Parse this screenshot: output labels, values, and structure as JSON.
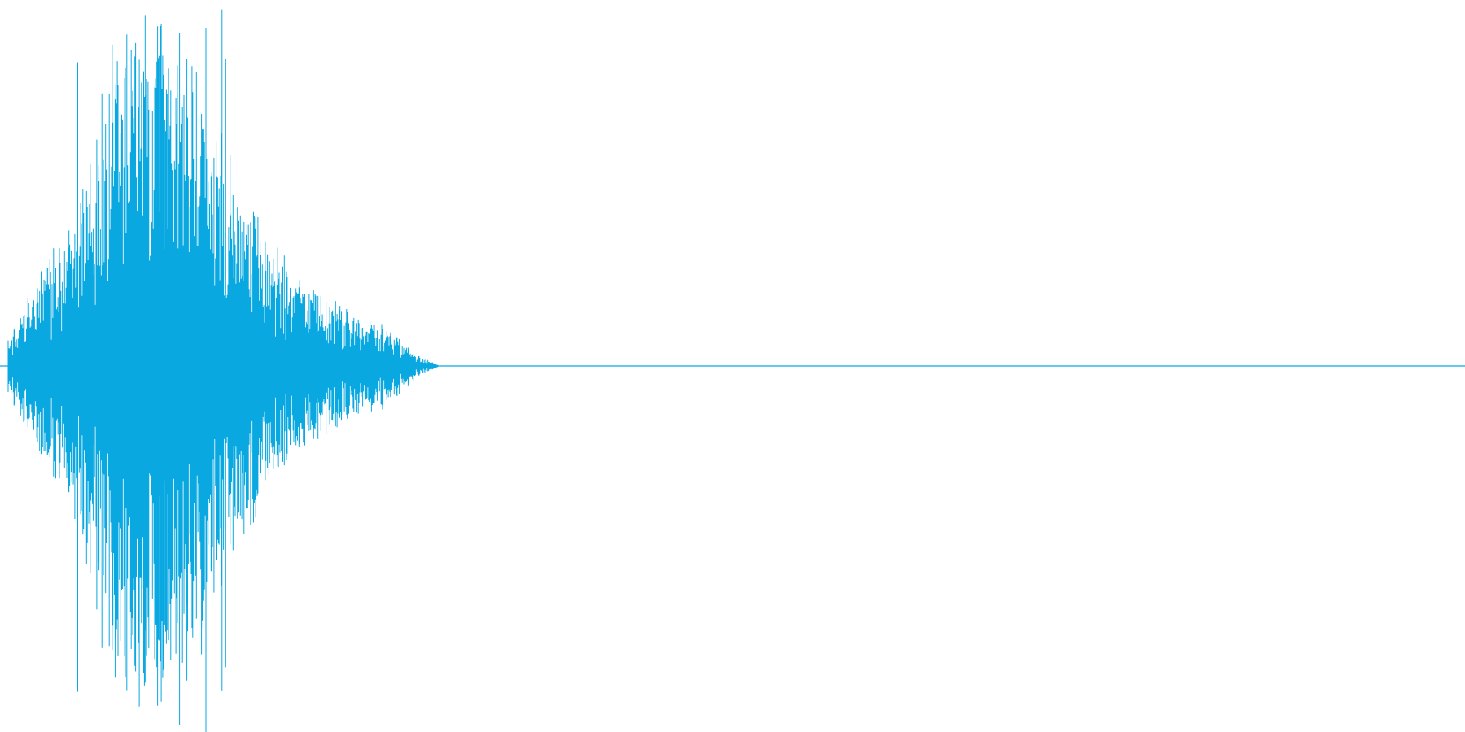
{
  "waveform": {
    "color": "#0aa8e1",
    "background": "#ffffff",
    "sound_duration_fraction": 0.3,
    "amplitude_envelope": [
      0.08,
      0.22,
      0.38,
      0.55,
      0.95,
      1.0,
      1.0,
      0.92,
      0.75,
      0.55,
      0.42,
      0.3,
      0.22,
      0.18,
      0.15,
      0.12,
      0.04,
      0.0
    ]
  }
}
